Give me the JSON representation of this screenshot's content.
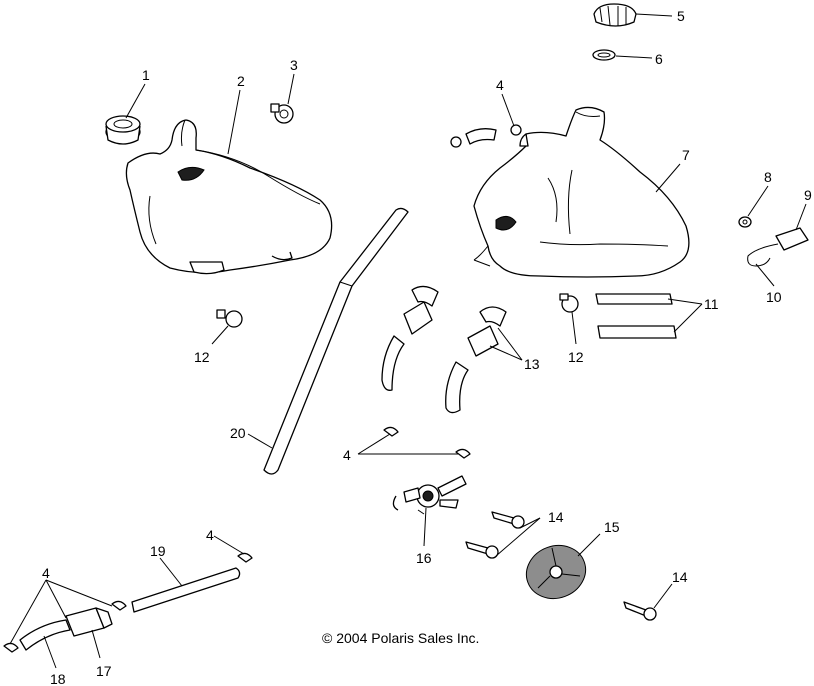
{
  "callouts": [
    "1",
    "2",
    "3",
    "4",
    "5",
    "6",
    "7",
    "8",
    "9",
    "10",
    "11",
    "12",
    "13",
    "14",
    "15",
    "16",
    "17",
    "18",
    "19",
    "20"
  ],
  "copyright": "© 2004 Polaris Sales Inc."
}
